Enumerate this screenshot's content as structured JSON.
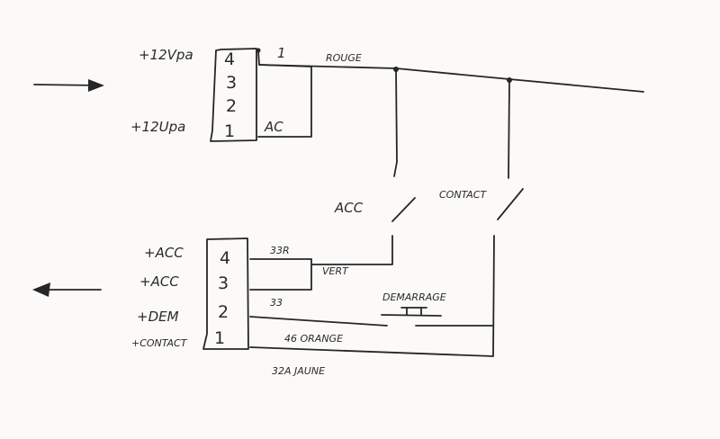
{
  "top_connector": {
    "pins": [
      "4",
      "3",
      "2",
      "1"
    ],
    "pin4_label": "+12Vpa",
    "pin1_label": "+12Upa",
    "wire1_number": "1",
    "wire1_color": "ROUGE",
    "wire_ac_label": "AC"
  },
  "bottom_connector": {
    "pins": [
      "4",
      "3",
      "2",
      "1"
    ],
    "labels": [
      "+ACC",
      "+ACC",
      "+DEM",
      "+CONTACT"
    ],
    "wire_33r": "33R",
    "wire_vert": "VERT",
    "wire_33": "33",
    "wire_46": "46 ORANGE",
    "wire_32a": "32A JAUNE"
  },
  "switches": {
    "acc": "ACC",
    "contact": "CONTACT",
    "demarrage": "DEMARRAGE"
  },
  "colors": {
    "ink": "#262626",
    "paper": "#fbfaf8"
  }
}
